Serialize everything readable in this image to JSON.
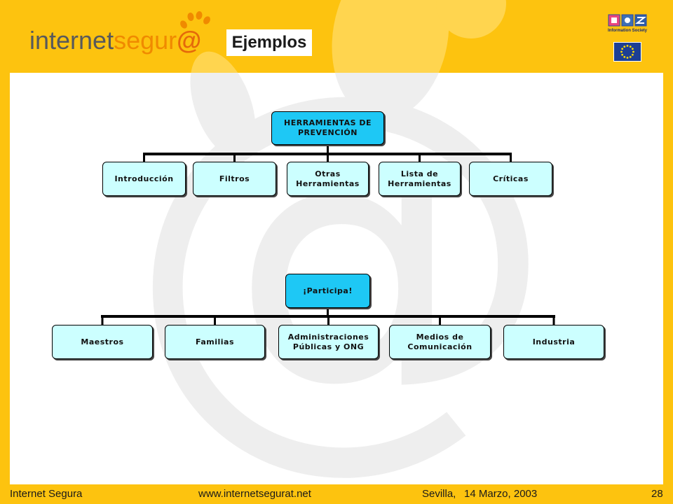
{
  "header": {
    "logo": {
      "internet": "internet",
      "segur": "segur",
      "at": "@"
    },
    "title": "Ejemplos",
    "information_society_text": "Information Society"
  },
  "diagram_herramientas": {
    "root": "HERRAMIENTAS DE\nPREVENCIÓN",
    "children": [
      "Introducción",
      "Filtros",
      "Otras\nHerramientas",
      "Lista de\nHerramientas",
      "Críticas"
    ]
  },
  "diagram_participa": {
    "root": "¡Participa!",
    "children": [
      "Maestros",
      "Familias",
      "Administraciones\nPúblicas y ONG",
      "Medios de\nComunicación",
      "Industria"
    ]
  },
  "footer": {
    "left": "Internet Segura",
    "url": "www.internetsegurat.net",
    "city": "Sevilla,",
    "date": "14 Marzo, 2003",
    "page_number": "28"
  },
  "watermark": "@",
  "icons": {
    "logo_paw": "paw-print-icon",
    "information_society": "information-society-logo",
    "eu_flag": "eu-flag-icon"
  },
  "colors": {
    "slide_background": "#FDC30F",
    "decor_light": "#FFD54F",
    "watermark": "#EEEEEE",
    "root_node": "#1EC8F5",
    "child_node": "#CCFFFF",
    "logo_gray": "#58595B",
    "logo_orange": "#F08A00",
    "eu_blue": "#1C3F94",
    "eu_stars": "#FFDD00"
  }
}
